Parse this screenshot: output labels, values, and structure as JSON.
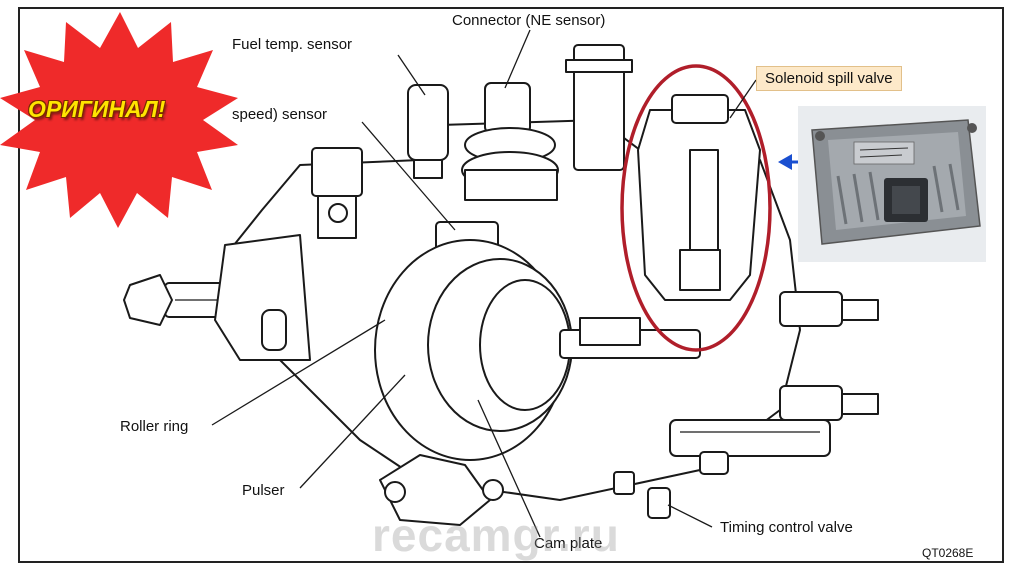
{
  "badge": {
    "text": "ОРИГИНАЛ!",
    "fill_color": "#ef2a2a",
    "text_color": "#ffe600"
  },
  "labels": {
    "fuel_temp_sensor": "Fuel temp. sensor",
    "connector_ne": "Connector (NE sensor)",
    "speed_sensor": "speed) sensor",
    "solenoid_spill_valve": "Solenoid spill valve",
    "roller_ring": "Roller ring",
    "pulser": "Pulser",
    "cam_plate": "Cam plate",
    "timing_control_valve": "Timing control valve"
  },
  "figure_code": "QT0268E",
  "watermark": "recamgr.ru",
  "colors": {
    "highlight_ellipse": "#b01e2a",
    "arrow": "#1a4fd0",
    "callout_bg": "#fde9c9"
  }
}
